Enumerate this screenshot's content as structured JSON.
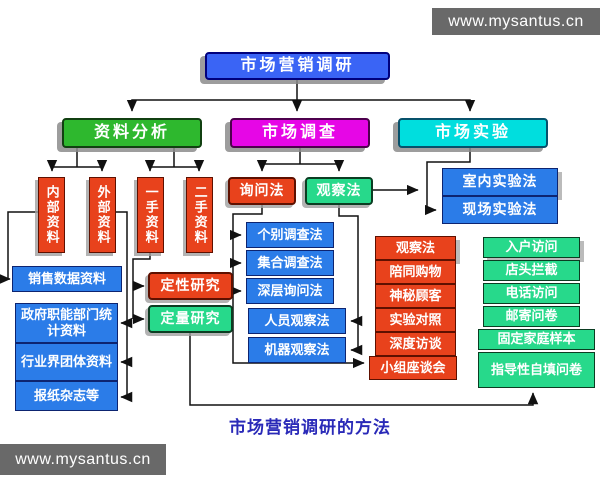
{
  "watermarks": {
    "top_right": "www.mysantus.cn",
    "bottom_left": "www.mysantus.cn"
  },
  "caption": "市场营销调研的方法",
  "root": "市场营销调研",
  "branches": [
    "资料分析",
    "市场调查",
    "市场实验"
  ],
  "data_source_types": [
    "内部资料",
    "外部资料",
    "一手资料",
    "二手资料"
  ],
  "survey_approaches": [
    "询问法",
    "观察法"
  ],
  "experiment_methods": [
    "室内实验法",
    "现场实验法"
  ],
  "survey_methods": [
    "个别调查法",
    "集合调查法",
    "深层询问法",
    "人员观察法",
    "机器观察法"
  ],
  "research_types": [
    "定性研究",
    "定量研究"
  ],
  "secondary_sources": [
    "销售数据资料",
    "政府职能部门统计资料",
    "行业界团体资料",
    "报纸杂志等"
  ],
  "observation_techniques": [
    "观察法",
    "陪同购物",
    "神秘顾客",
    "实验对照",
    "深度访谈",
    "小组座谈会"
  ],
  "interview_techniques": [
    "入户访问",
    "店头拦截",
    "电话访问",
    "邮寄问卷",
    "固定家庭样本",
    "指导性自填问卷"
  ],
  "colors": {
    "root_blue": "#3a64f5",
    "node_blue": "#2b7ce8",
    "branch_green": "#2eb82e",
    "branch_magenta": "#e606e6",
    "branch_cyan": "#00dede",
    "node_red": "#e8421c",
    "node_spring_green": "#27d98b",
    "caption_blue": "#2a2ab8",
    "watermark_gray": "#696969",
    "connector_black": "#111111"
  }
}
